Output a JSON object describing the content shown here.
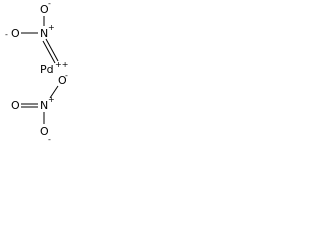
{
  "molecule": {
    "metal": {
      "symbol": "Pd",
      "charge": "++"
    },
    "nitrate_top": {
      "nitrogen": {
        "symbol": "N",
        "charge": "+"
      },
      "oxygen_upper": {
        "symbol": "O",
        "charge": "-"
      },
      "oxygen_left": {
        "symbol": "O",
        "charge": "-"
      },
      "oxygen_double": {
        "symbol": "O",
        "charge": "-"
      }
    },
    "nitrate_bottom": {
      "nitrogen": {
        "symbol": "N",
        "charge": "+"
      },
      "oxygen_double": {
        "symbol": "O",
        "charge": ""
      },
      "oxygen_lower": {
        "symbol": "O",
        "charge": "-"
      }
    }
  }
}
